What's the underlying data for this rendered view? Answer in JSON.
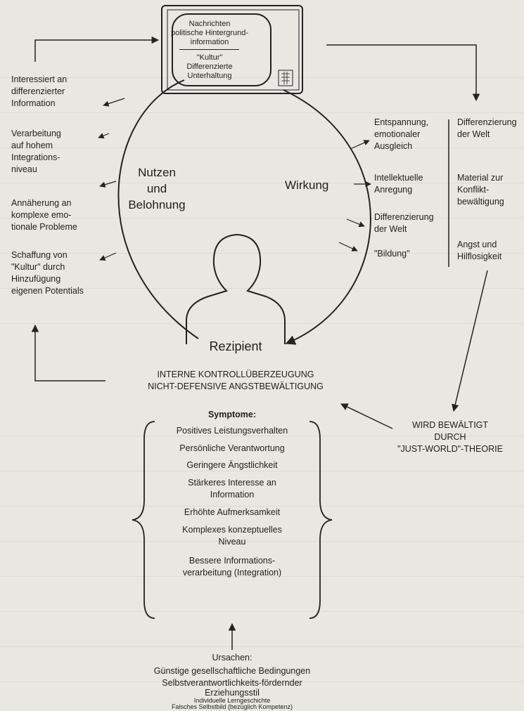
{
  "tv": {
    "news": "Nachrichten",
    "background_line1": "politische Hintergrund-",
    "background_line2": "information",
    "culture": "\"Kultur\"",
    "entertainment_line1": "Differenzierte",
    "entertainment_line2": "Unterhaltung"
  },
  "left_items": [
    {
      "l1": "Interessiert an",
      "l2": "differenzierter",
      "l3": "Information",
      "l4": ""
    },
    {
      "l1": "Verarbeitung",
      "l2": "auf hohem",
      "l3": "Integrations-",
      "l4": "niveau"
    },
    {
      "l1": "Annäherung an",
      "l2": "komplexe emo-",
      "l3": "tionale Probleme",
      "l4": ""
    },
    {
      "l1": "Schaffung von",
      "l2": "\"Kultur\" durch",
      "l3": "Hinzufügung",
      "l4": "eigenen Potentials"
    }
  ],
  "nutzen": {
    "l1": "Nutzen",
    "l2": "und",
    "l3": "Belohnung"
  },
  "wirkung": "Wirkung",
  "effects": [
    {
      "l1": "Entspannung,",
      "l2": "emotionaler",
      "l3": "Ausgleich"
    },
    {
      "l1": "Intellektuelle",
      "l2": "Anregung",
      "l3": ""
    },
    {
      "l1": "Differenzierung",
      "l2": "der Welt",
      "l3": ""
    },
    {
      "l1": "\"Bildung\"",
      "l2": "",
      "l3": ""
    }
  ],
  "right_items": [
    {
      "l1": "Differenzierung",
      "l2": "der Welt",
      "l3": ""
    },
    {
      "l1": "Material zur",
      "l2": "Konflikt-",
      "l3": "bewältigung"
    },
    {
      "l1": "Angst und",
      "l2": "Hilflosigkeit",
      "l3": ""
    }
  ],
  "recipient": "Rezipient",
  "control": {
    "l1": "INTERNE KONTROLLÜBERZEUGUNG",
    "l2": "NICHT-DEFENSIVE ANGSTBEWÄLTIGUNG"
  },
  "just_world": {
    "l1": "WIRD BEWÄLTIGT",
    "l2": "DURCH",
    "l3": "\"JUST-WORLD\"-THEORIE"
  },
  "symptoms_title": "Symptome:",
  "symptoms": [
    {
      "l1": "Positives Leistungsverhalten",
      "l2": ""
    },
    {
      "l1": "Persönliche Verantwortung",
      "l2": ""
    },
    {
      "l1": "Geringere Ängstlichkeit",
      "l2": ""
    },
    {
      "l1": "Stärkeres Interesse an",
      "l2": "Information"
    },
    {
      "l1": "Erhöhte Aufmerksamkeit",
      "l2": ""
    },
    {
      "l1": "Komplexes konzeptuelles",
      "l2": "Niveau"
    },
    {
      "l1": "Bessere Informations-",
      "l2": "verarbeitung (Integration)"
    }
  ],
  "causes_title": "Ursachen:",
  "causes": [
    {
      "l1": "Günstige gesellschaftliche Bedingungen",
      "l2": ""
    },
    {
      "l1": "Selbstverantwortlichkeits-fördernder",
      "l2": "Erziehungsstil"
    },
    {
      "l1": "Individuelle Lerngeschichte",
      "l2": ""
    },
    {
      "l1": "Falsches Selbstbild",
      "l2": "(bezüglich Kompetenz)"
    }
  ]
}
